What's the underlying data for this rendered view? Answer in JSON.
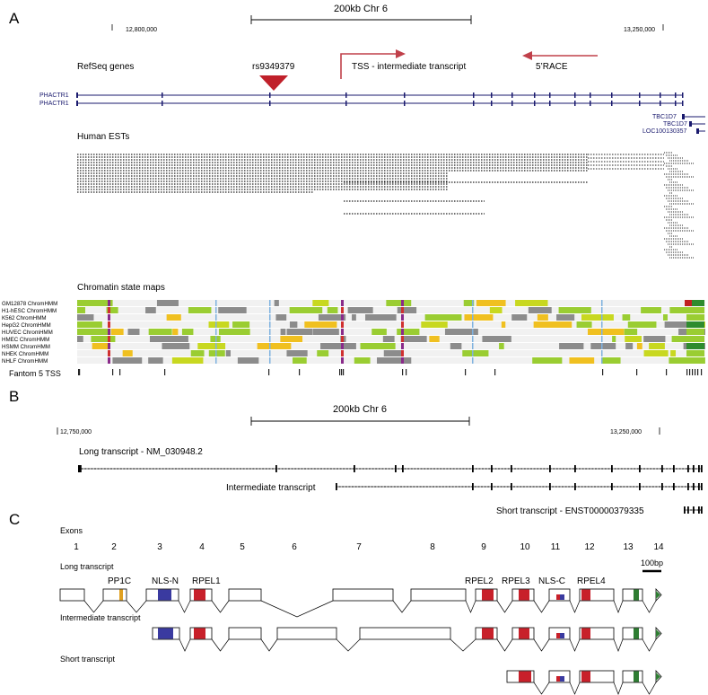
{
  "panel_a": {
    "letter": "A",
    "scale_label": "200kb Chr 6",
    "coord_left": "12,800,000",
    "coord_right": "13,250,000",
    "refseq_label": "RefSeq genes",
    "snp_label": "rs9349379",
    "tss_label": "TSS - intermediate transcript",
    "race_label": "5’RACE",
    "genes": [
      "PHACTR1",
      "PHACTR1"
    ],
    "right_genes": [
      "TBC1D7",
      "TBC1D7",
      "LOC100130357"
    ],
    "ests_label": "Human ESTs",
    "chromatin_label": "Chromatin state maps",
    "cell_lines": [
      "GM12878 ChromHMM",
      "H1-hESC ChromHMM",
      "K562 ChromHMM",
      "HepG2 ChromHMM",
      "HUVEC ChromHMM",
      "HMEC ChromHMM",
      "HSMM ChromHMM",
      "NHEK ChromHMM",
      "NHLF ChromHMM"
    ],
    "fantom_label": "Fantom 5 TSS",
    "arrow_color": "#c0404a",
    "snp_color": "#c0202a"
  },
  "panel_b": {
    "letter": "B",
    "scale_label": "200kb Chr 6",
    "coord_left": "12,750,000",
    "coord_right": "13,250,000",
    "long_label": "Long transcript - NM_030948.2",
    "intermediate_label": "Intermediate transcript",
    "short_label": "Short transcript - ENST00000379335"
  },
  "panel_c": {
    "letter": "C",
    "exons_title": "Exons",
    "exon_numbers": [
      "1",
      "2",
      "3",
      "4",
      "5",
      "6",
      "7",
      "8",
      "9",
      "10",
      "11",
      "12",
      "13",
      "14"
    ],
    "scale_label": "100bp",
    "long_label": "Long transcript",
    "intermediate_label": "Intermediate transcript",
    "short_label": "Short transcript",
    "domains": [
      {
        "label": "PP1C",
        "color": "#e0a020"
      },
      {
        "label": "NLS-N",
        "color": "#3a3aa0"
      },
      {
        "label": "RPEL1",
        "color": "#c8202a"
      },
      {
        "label": "RPEL2",
        "color": "#c8202a"
      },
      {
        "label": "RPEL3",
        "color": "#c8202a"
      },
      {
        "label": "NLS-C",
        "color": "#3a3aa0"
      },
      {
        "label": "RPEL4",
        "color": "#c8202a"
      }
    ],
    "colors": {
      "rpel": "#c8202a",
      "nls": "#3a3aa0",
      "pp1c": "#e0a020",
      "cterm": "#2e7d32"
    }
  }
}
